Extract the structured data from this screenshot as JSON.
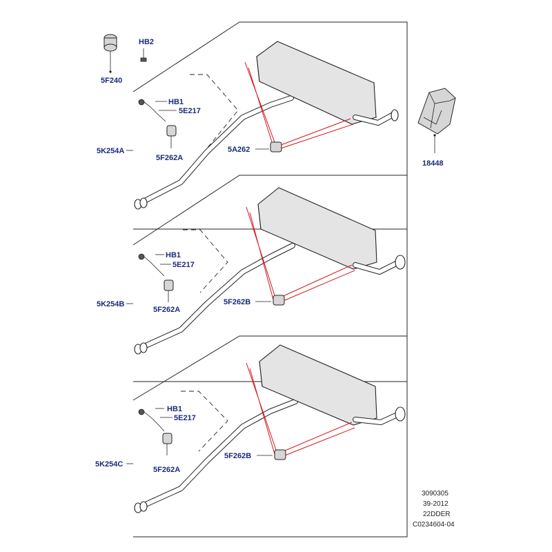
{
  "top": {
    "part_5F240": "5F240",
    "part_HB2": "HB2",
    "part_18448": "18448"
  },
  "assemblies": [
    {
      "name": "5K254A",
      "hanger_bolt": "HB1",
      "bracket": "5E217",
      "rubber_hanger": "5F262A",
      "mount_label": "5A262"
    },
    {
      "name": "5K254B",
      "hanger_bolt": "HB1",
      "bracket": "5E217",
      "rubber_hanger": "5F262A",
      "mount_label": "5F262B"
    },
    {
      "name": "5K254C",
      "hanger_bolt": "HB1",
      "bracket": "5E217",
      "rubber_hanger": "5F262A",
      "mount_label": "5F262B"
    }
  ],
  "reference": {
    "line1": "3090305",
    "line2": "39-2012",
    "line3": "22DDER",
    "line4": "C0234604-04"
  },
  "colors": {
    "label": "#1c2a7a",
    "leader_red": "#d4141e",
    "line": "#222222"
  }
}
